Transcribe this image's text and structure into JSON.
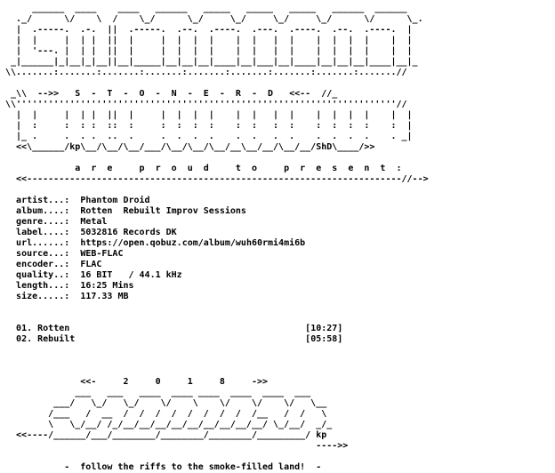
{
  "header_art": [
    "     ______  ____    ____   ______   _____   _____   _____   ______  ______",
    "  ._/      \\/    \\  /    \\_/      \\_/     \\_/     \\_/     \\_/      \\/      \\_.",
    "  |  .-----.  .-.  ||  .-----.  .--.  .----.  .---.  .----.  .--.  .----.  |",
    "  |  |     |  | |  ||  |     |  |  |  |    |  |   |  |    |  |  |  |    |  |",
    "  |  '---. |  | |  ||  |     |  |  |  |    |  |   |  |    |  |  |  |    |  |",
    " _|______|_|__|_|__||__|_____|__|__|__|____|__|___|__|____|__|__|__|____|__|_",
    "\\\\.......:.......:.......:.......:.......:.......:.......:.......:.......//",
    "",
    " _\\\\  -->>   S  -  T  -  O  -  N  -  E  -  R  -  D   <<--  //_",
    "\\\\'''''''''''''''''''''''''''''''''''''''''''''''''''''''''''''''''''''''//",
    "  |  |     |  | |  ||  |     |  |  |  |    |  |   |  |    |  |  |  |    |  |",
    "  |  :     :  : :  ::  :     :  :  :  :    :  :   :  :    :  :  :  :    :  |",
    "  |_ .     .  . .  ..  .     .  .  .  .    .  .   .  .    .  .  .  .    . _|",
    "  <<\\______/kp\\__/\\__/\\__/___/\\__/\\__/\\__/__\\__/__/\\__/__/ShD\\____/>>"
  ],
  "present_line": "             a  r  e     p  r  o  u  d     t  o     p  r  e  s  e  n  t  :",
  "present_rule": "  <<----------------------------------------------------------------------//-->",
  "info_fields": [
    {
      "key": "artist...:",
      "value": "Phantom Droid"
    },
    {
      "key": "album....:",
      "value": "Rotten  Rebuilt Improv Sessions"
    },
    {
      "key": "genre....:",
      "value": "Metal"
    },
    {
      "key": "label....:",
      "value": "5032816 Records DK"
    },
    {
      "key": "url......:",
      "value": "https://open.qobuz.com/album/wuh60rmi4mi6b"
    },
    {
      "key": "source...:",
      "value": "WEB-FLAC"
    },
    {
      "key": "encoder..:",
      "value": "FLAC"
    },
    {
      "key": "quality..:",
      "value": "16 BIT   / 44.1 kHz"
    },
    {
      "key": "length...:",
      "value": "16:25 Mins"
    },
    {
      "key": "size.....:",
      "value": "117.33 MB"
    }
  ],
  "tracks": [
    {
      "title": "01. Rotten",
      "duration": "[10:27]"
    },
    {
      "title": "02. Rebuilt",
      "duration": "[05:58]"
    }
  ],
  "year_line": "              <<-     2     0     1     8     ->>",
  "footer_art": [
    "             ___   ___   ____  ____ ____  ____  ____  ___",
    "         ___/   \\_/   \\_/    \\/    \\    \\/    \\/    \\/   \\__",
    "        /___   /  __  /  /  /  /  /  /  /  /  /__   /  /   \\",
    "        \\   \\_/__/ /_/__/__/__/__/__/__/__/__/__/ \\_/__/  _/_",
    "  <<----/______/___/________/________/________/_________/ kp",
    "                                                          ---->>"
  ],
  "tagline": "           -  follow the riffs to the smoke-filled land!  -"
}
